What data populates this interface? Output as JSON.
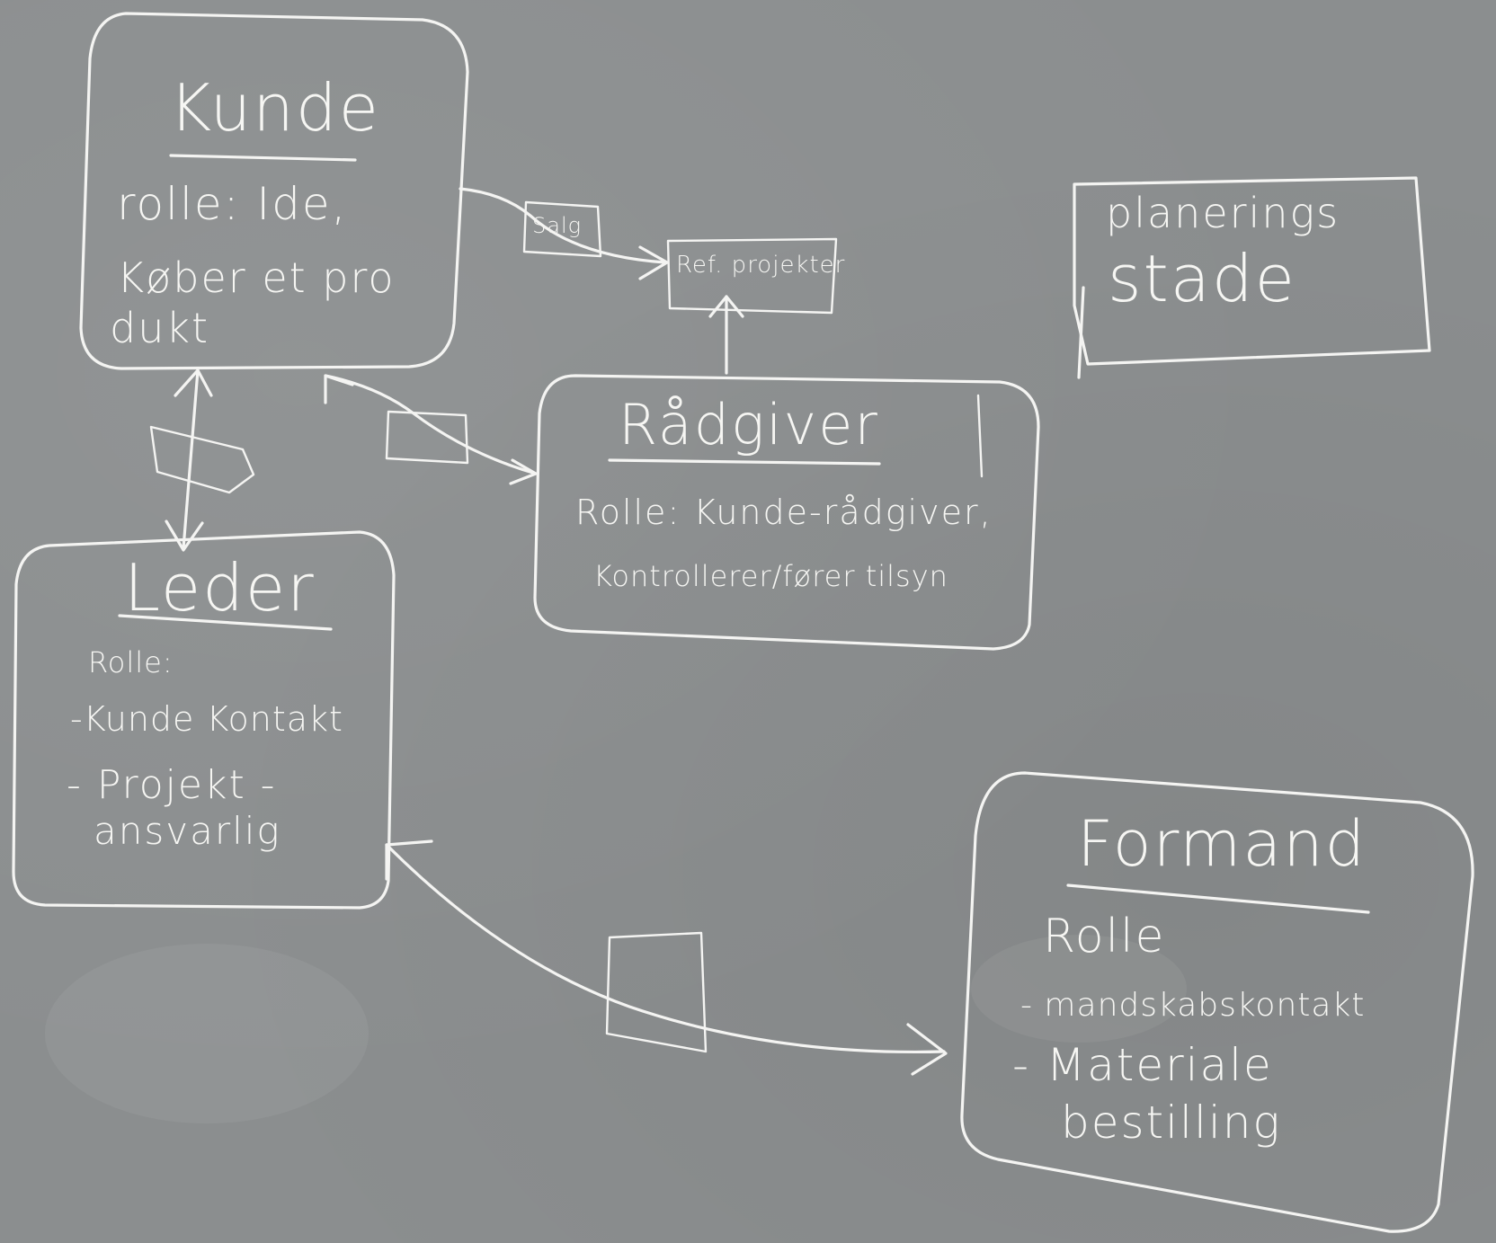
{
  "kunde": {
    "title": "Kunde",
    "line1": "rolle: Ide,",
    "line2": "Køber et pro",
    "line3": "dukt"
  },
  "edge_kunde_ref": {
    "label": "Salg"
  },
  "ref_projekter": {
    "label": "Ref. projekter"
  },
  "planerings": {
    "line1": "planerings",
    "line2": "stade"
  },
  "raadgiver": {
    "title": "Rådgiver",
    "line1": "Rolle: Kunde-rådgiver,",
    "line2": "Kontrollerer/fører tilsyn"
  },
  "leder": {
    "title": "Leder",
    "line1": "Rolle:",
    "line2": "-Kunde Kontakt",
    "line3": "- Projekt -",
    "line4": "ansvarlig"
  },
  "formand": {
    "title": "Formand",
    "line1": "Rolle",
    "line2": "- mandskabskontakt",
    "line3": "- Materiale",
    "line4": "bestilling"
  },
  "colors": {
    "board": "#8b8e8f",
    "chalk": "#f4f4f2"
  }
}
